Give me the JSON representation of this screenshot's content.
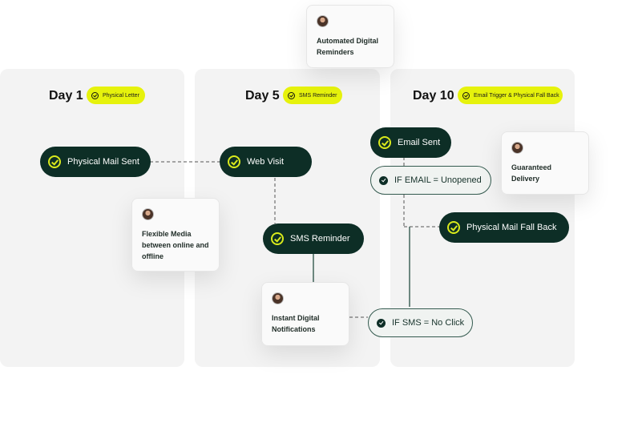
{
  "days": [
    {
      "title": "Day 1",
      "tag": "Physical Letter"
    },
    {
      "title": "Day 5",
      "tag": "SMS Reminder"
    },
    {
      "title": "Day 10",
      "tag": "Email Trigger & Physical Fall Back"
    }
  ],
  "steps": {
    "physical_mail_sent": "Physical Mail Sent",
    "web_visit": "Web Visit",
    "sms_reminder": "SMS Reminder",
    "email_sent": "Email Sent",
    "physical_mail_fall_back": "Physical Mail Fall Back"
  },
  "conditions": {
    "if_email_unopened": "IF EMAIL = Unopened",
    "if_sms_no_click": "IF SMS = No Click"
  },
  "cards": {
    "automated_digital_reminders": "Automated Digital Reminders",
    "flexible_media": "Flexible Media between online and offline",
    "instant_digital_notifications": "Instant Digital Notifications",
    "guaranteed_delivery": "Guaranteed Delivery"
  },
  "icons": {
    "check": "check-circle-icon",
    "avatar": "person-avatar-icon"
  },
  "colors": {
    "pill_bg": "#0d2e26",
    "accent": "#e6f20c",
    "column_bg": "#f3f3f3"
  }
}
